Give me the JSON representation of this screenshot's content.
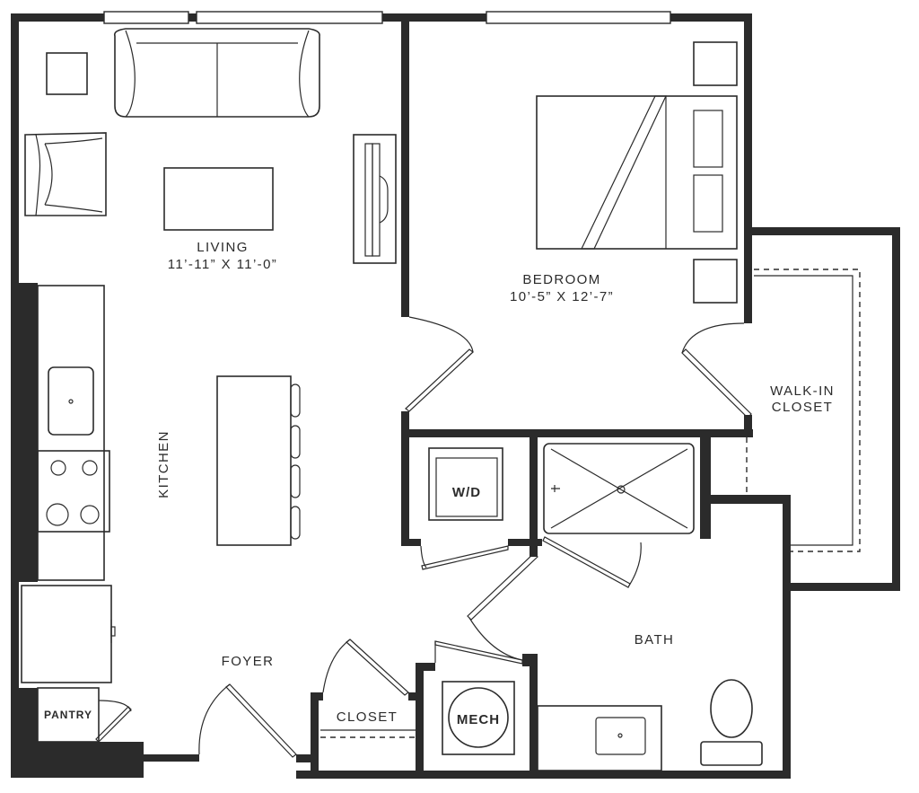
{
  "rooms": {
    "living": {
      "name": "LIVING",
      "dims": "11’-11” X 11’-0”"
    },
    "bedroom": {
      "name": "BEDROOM",
      "dims": "10’-5” X 12’-7”"
    },
    "walkin": {
      "line1": "WALK-IN",
      "line2": "CLOSET"
    },
    "kitchen": "KITCHEN",
    "foyer": "FOYER",
    "bath": "BATH",
    "closet": "CLOSET",
    "pantry": "PANTRY",
    "mech": "MECH",
    "wd": "W/D"
  }
}
